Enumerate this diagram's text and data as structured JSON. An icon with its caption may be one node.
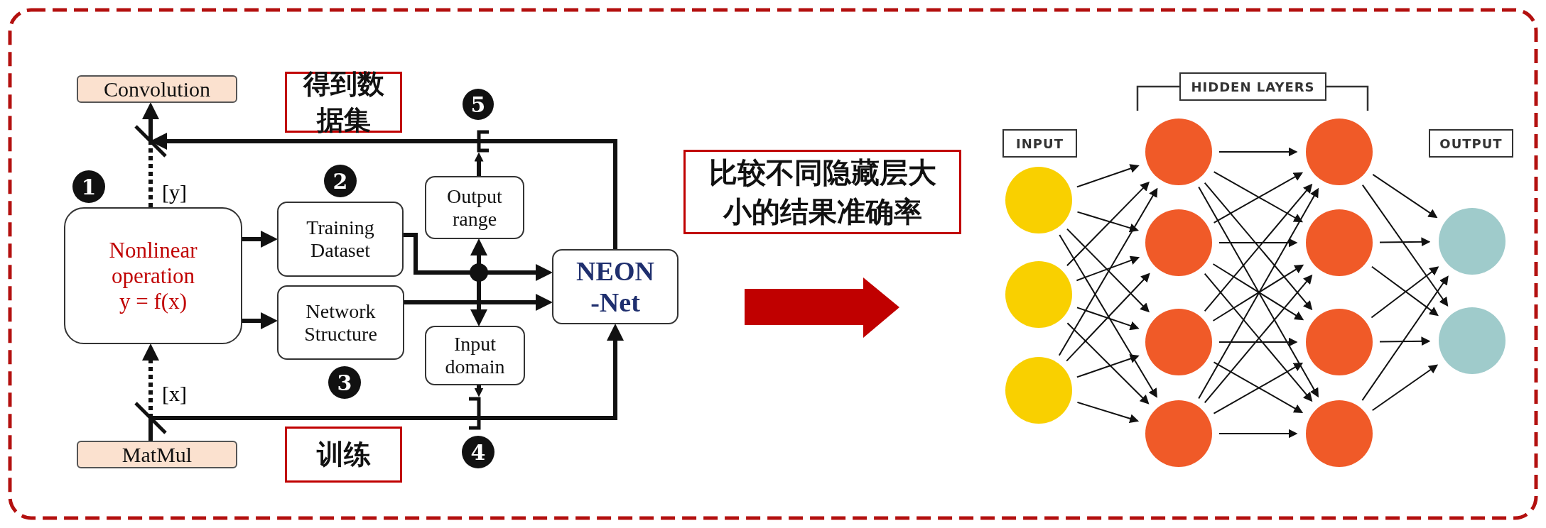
{
  "diagram": {
    "nodes": [
      {
        "text": [
          "Convolution"
        ]
      },
      {
        "text": [
          "得到数据集"
        ]
      },
      {
        "text": [
          "5"
        ]
      },
      {
        "text": [],
        "shape": "bar"
      },
      {
        "text": [
          "1"
        ]
      },
      {
        "text": [
          "2"
        ]
      },
      {
        "text": [
          "Output range"
        ]
      },
      {
        "text": [
          "Nonlinear operation y = f(x)"
        ]
      },
      {
        "text": [
          "Training Dataset"
        ]
      },
      {
        "text": [
          "Network Structure"
        ]
      },
      {
        "text": [
          "NEON -Net"
        ]
      },
      {
        "text": [
          "Input domain"
        ]
      },
      {
        "text": [
          "3"
        ]
      },
      {
        "text": [],
        "shape": "bar"
      },
      {
        "text": [
          "MatMul"
        ]
      },
      {
        "text": [
          "训练"
        ]
      },
      {
        "text": [
          "4"
        ]
      },
      {
        "text": [
          "比较不同隐藏层大小的结果准确率"
        ]
      },
      {
        "text": [
          "HIDDEN LAYERS"
        ]
      },
      {
        "text": [
          "INPUT"
        ]
      },
      {
        "text": [
          "OUTPUT"
        ]
      },
      {
        "text": [],
        "shape": "circle"
      },
      {
        "text": [],
        "shape": "circle"
      },
      {
        "text": [],
        "shape": "circle"
      },
      {
        "text": [],
        "shape": "circle"
      },
      {
        "text": [],
        "shape": "circle"
      },
      {
        "text": [],
        "shape": "circle"
      },
      {
        "text": [],
        "shape": "circle"
      },
      {
        "text": [],
        "shape": "circle"
      },
      {
        "text": [],
        "shape": "circle"
      },
      {
        "text": [],
        "shape": "circle"
      },
      {
        "text": [],
        "shape": "circle"
      },
      {
        "text": [],
        "shape": "circle"
      },
      {
        "text": [],
        "shape": "circle"
      },
      {
        "text": [],
        "shape": "bracket"
      },
      {
        "text": [],
        "shape": "bracket"
      }
    ],
    "edges": [
      {
        "from": 7,
        "to": 8,
        "arrow": "to",
        "style": "thick"
      },
      {
        "from": 7,
        "to": 9,
        "arrow": "to",
        "style": "thick"
      },
      {
        "from": 8,
        "to": 10,
        "arrow": "to",
        "style": "thick"
      },
      {
        "from": 8,
        "to": 6,
        "arrow": "to",
        "style": "thick"
      },
      {
        "from": 8,
        "to": 11,
        "arrow": "to",
        "style": "thick"
      },
      {
        "from": 9,
        "to": 10,
        "arrow": "to",
        "style": "thick"
      },
      {
        "from": 6,
        "to": 34,
        "arrow": "to",
        "style": "thick"
      },
      {
        "from": 11,
        "to": 35,
        "arrow": "to",
        "style": "thick"
      },
      {
        "from": 7,
        "to": 3,
        "arrow": "none",
        "style": "dashed",
        "label": "[y]"
      },
      {
        "from": 3,
        "to": 0,
        "arrow": "to",
        "style": "thick"
      },
      {
        "from": 10,
        "to": 3,
        "arrow": "to",
        "style": "thick"
      },
      {
        "from": 14,
        "to": 13,
        "arrow": "none",
        "style": "thick"
      },
      {
        "from": 13,
        "to": 7,
        "arrow": "to",
        "style": "dashed",
        "label": "[x]"
      },
      {
        "from": 13,
        "to": 10,
        "arrow": "to",
        "style": "thick"
      },
      {
        "from": 21,
        "to": 24,
        "arrow": "to"
      },
      {
        "from": 21,
        "to": 25,
        "arrow": "to"
      },
      {
        "from": 21,
        "to": 26,
        "arrow": "to"
      },
      {
        "from": 21,
        "to": 27,
        "arrow": "to"
      },
      {
        "from": 22,
        "to": 24,
        "arrow": "to"
      },
      {
        "from": 22,
        "to": 25,
        "arrow": "to"
      },
      {
        "from": 22,
        "to": 26,
        "arrow": "to"
      },
      {
        "from": 22,
        "to": 27,
        "arrow": "to"
      },
      {
        "from": 23,
        "to": 24,
        "arrow": "to"
      },
      {
        "from": 23,
        "to": 25,
        "arrow": "to"
      },
      {
        "from": 23,
        "to": 26,
        "arrow": "to"
      },
      {
        "from": 23,
        "to": 27,
        "arrow": "to"
      },
      {
        "from": 24,
        "to": 28,
        "arrow": "to"
      },
      {
        "from": 24,
        "to": 29,
        "arrow": "to"
      },
      {
        "from": 24,
        "to": 30,
        "arrow": "to"
      },
      {
        "from": 24,
        "to": 31,
        "arrow": "to"
      },
      {
        "from": 25,
        "to": 28,
        "arrow": "to"
      },
      {
        "from": 25,
        "to": 29,
        "arrow": "to"
      },
      {
        "from": 25,
        "to": 30,
        "arrow": "to"
      },
      {
        "from": 25,
        "to": 31,
        "arrow": "to"
      },
      {
        "from": 26,
        "to": 28,
        "arrow": "to"
      },
      {
        "from": 26,
        "to": 29,
        "arrow": "to"
      },
      {
        "from": 26,
        "to": 30,
        "arrow": "to"
      },
      {
        "from": 26,
        "to": 31,
        "arrow": "to"
      },
      {
        "from": 27,
        "to": 28,
        "arrow": "to"
      },
      {
        "from": 27,
        "to": 29,
        "arrow": "to"
      },
      {
        "from": 27,
        "to": 30,
        "arrow": "to"
      },
      {
        "from": 27,
        "to": 31,
        "arrow": "to"
      },
      {
        "from": 28,
        "to": 32,
        "arrow": "to"
      },
      {
        "from": 28,
        "to": 33,
        "arrow": "to"
      },
      {
        "from": 29,
        "to": 32,
        "arrow": "to"
      },
      {
        "from": 29,
        "to": 33,
        "arrow": "to"
      },
      {
        "from": 30,
        "to": 32,
        "arrow": "to"
      },
      {
        "from": 30,
        "to": 33,
        "arrow": "to"
      },
      {
        "from": 31,
        "to": 32,
        "arrow": "to"
      },
      {
        "from": 31,
        "to": 33,
        "arrow": "to"
      }
    ]
  }
}
